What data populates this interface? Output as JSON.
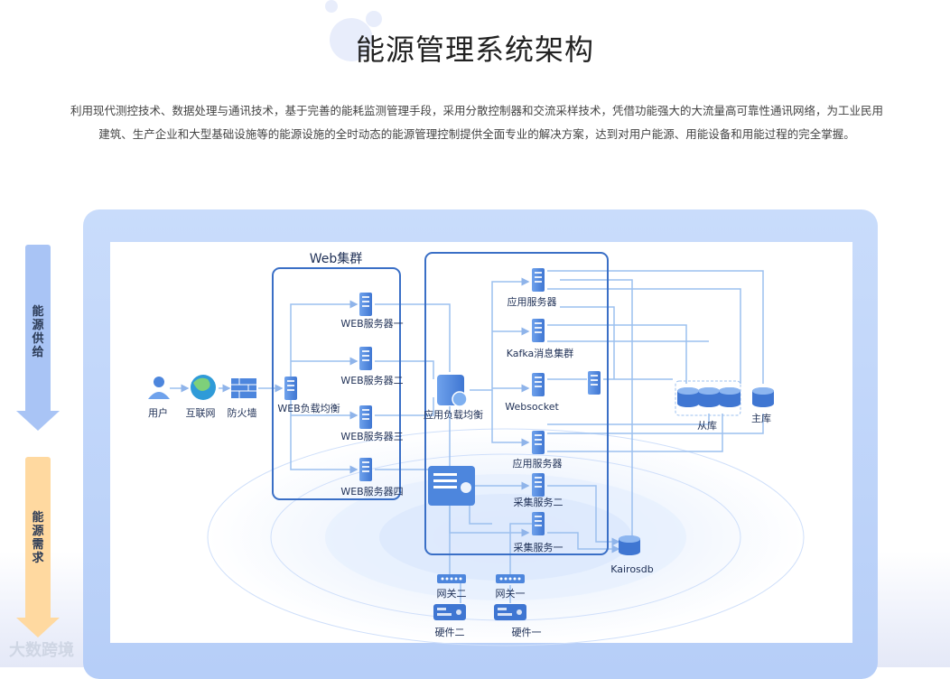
{
  "header": {
    "title": "能源管理系统架构",
    "description_line1": "利用现代测控技术、数据处理与通讯技术，基于完善的能耗监测管理手段，采用分散控制器和交流采样技术，凭借功能强大的大流量高可靠性通讯网络，为工业民用",
    "description_line2": "建筑、生产企业和大型基础设施等的能源设施的全时动态的能源管理控制提供全面专业的解决方案，达到对用户能源、用能设备和用能过程的完全掌握。"
  },
  "side": {
    "supply": [
      "能",
      "源",
      "供",
      "给"
    ],
    "demand": [
      "能",
      "源",
      "需",
      "求"
    ]
  },
  "diagram": {
    "web_cluster_title": "Web集群",
    "user": "用户",
    "internet": "互联网",
    "firewall": "防火墙",
    "web_lb": "WEB负载均衡",
    "web_servers": [
      "WEB服务器一",
      "WEB服务器二",
      "WEB服务器三",
      "WEB服务器四"
    ],
    "app_lb": "应用负载均衡",
    "app_server_top": "应用服务器",
    "kafka": "Kafka消息集群",
    "websocket": "Websocket",
    "app_server_bottom": "应用服务器",
    "collect_2": "采集服务二",
    "collect_1": "采集服务一",
    "slave_db": "从库",
    "master_db": "主库",
    "kairos": "Kairosdb",
    "gateway_2": "网关二",
    "gateway_1": "网关一",
    "hardware_2": "硬件二",
    "hardware_1": "硬件一"
  },
  "watermark": "大数跨境",
  "colors": {
    "frame": "#b9d0f8",
    "line": "#9cc0ef",
    "box_border": "#3a6fc6",
    "server_blue": "#4d86dd",
    "supply_arrow": "#a9c4f5",
    "demand_arrow": "#ffd9a0"
  }
}
